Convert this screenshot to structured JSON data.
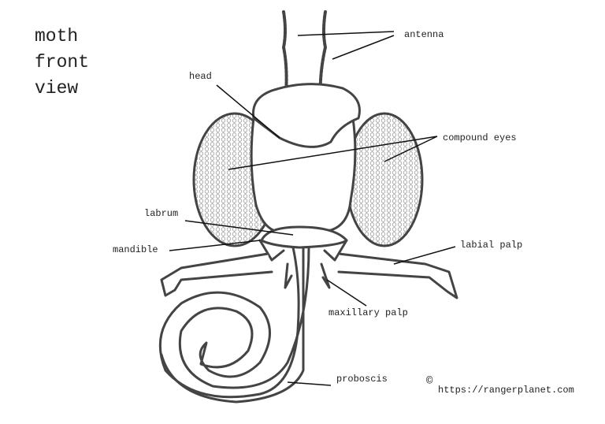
{
  "title": [
    "moth",
    "front",
    "view"
  ],
  "labels": {
    "antenna": "antenna",
    "head": "head",
    "compound_eyes": "compound eyes",
    "labrum": "labrum",
    "mandible": "mandible",
    "labial_palp": "labial palp",
    "maxillary_palp": "maxillary palp",
    "proboscis": "proboscis"
  },
  "copyright_symbol": "©",
  "credit_url": "https://rangerplanet.com"
}
